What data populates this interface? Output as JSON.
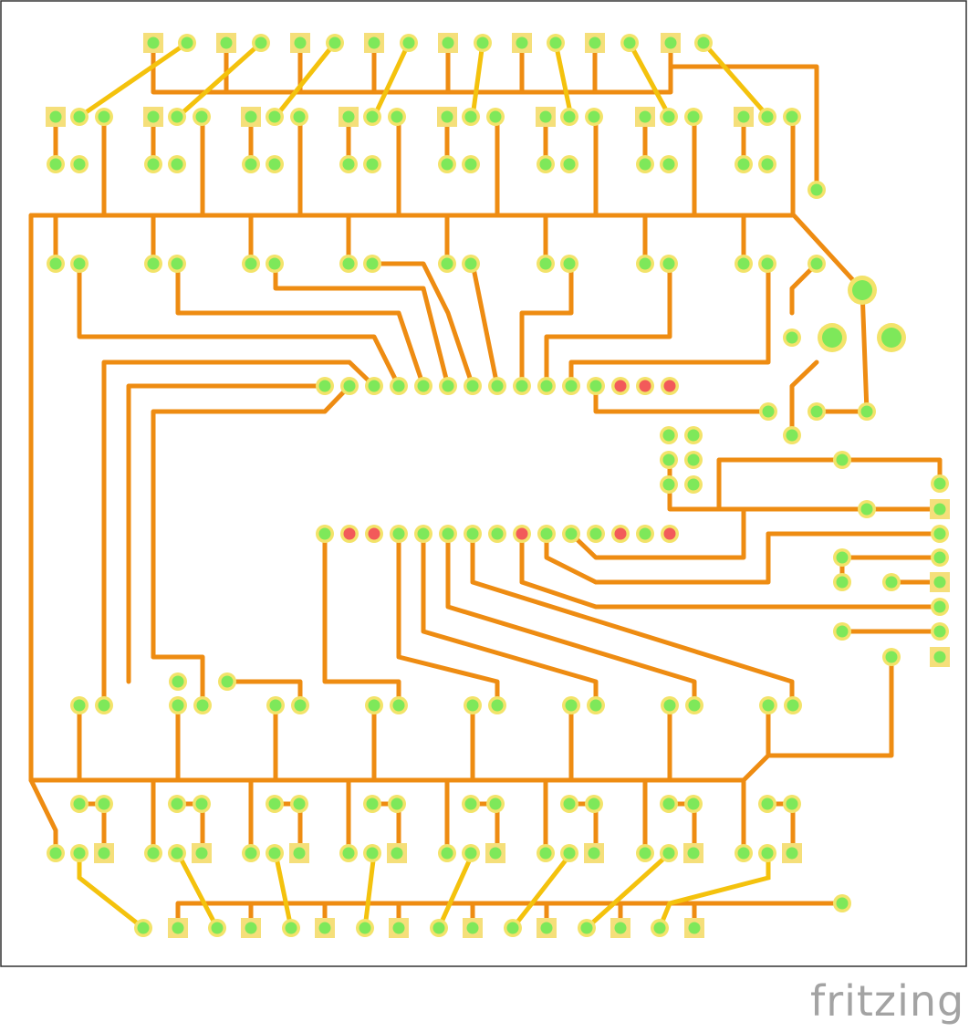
{
  "brand": {
    "text": "fritzing"
  },
  "colors": {
    "background": "#ffffff",
    "border": "#333333",
    "trace_bottom": "#ee8c12",
    "trace_top": "#f4c20d",
    "pad_fill": "#7ee85a",
    "pad_ring": "#f3e36a",
    "pad_square": "#f5df7a",
    "pad_unrouted": "#f25a5a",
    "brand_text": "#a3a3a3"
  },
  "layers": [
    "bottom-copper",
    "top-copper"
  ],
  "board": {
    "outline": "rectangle",
    "view": "pcb"
  }
}
